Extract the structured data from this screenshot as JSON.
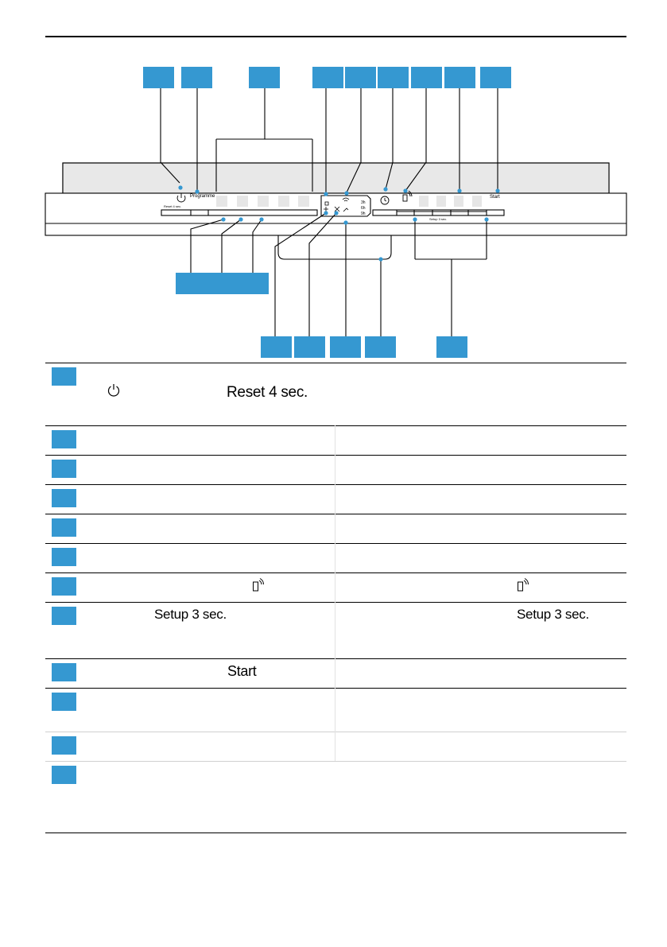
{
  "panel": {
    "labels": {
      "reset": "Reset 4 sec.",
      "programme": "Programme",
      "start": "Start",
      "hours": [
        "3h",
        "6h",
        "9h"
      ],
      "setup": "Setup 3 sec."
    },
    "icons": [
      "power-icon",
      "clock-icon",
      "remote-start-icon",
      "wifi-icon",
      "rinse-aid-icon",
      "salt-icon",
      "tap-icon",
      "machine-care-icon"
    ]
  },
  "legend": {
    "rows": [
      {
        "text": "Reset 4 sec."
      },
      {
        "text": ""
      },
      {
        "text": ""
      },
      {
        "text": ""
      },
      {
        "text": ""
      },
      {
        "text": ""
      },
      {
        "text": ""
      },
      {
        "text": "Setup 3 sec.",
        "text_right": "Setup 3 sec."
      },
      {
        "text": "Start"
      },
      {
        "text": ""
      },
      {
        "text": ""
      },
      {
        "text": ""
      }
    ]
  },
  "colors": {
    "accent": "#3598d1",
    "line": "#000000"
  }
}
